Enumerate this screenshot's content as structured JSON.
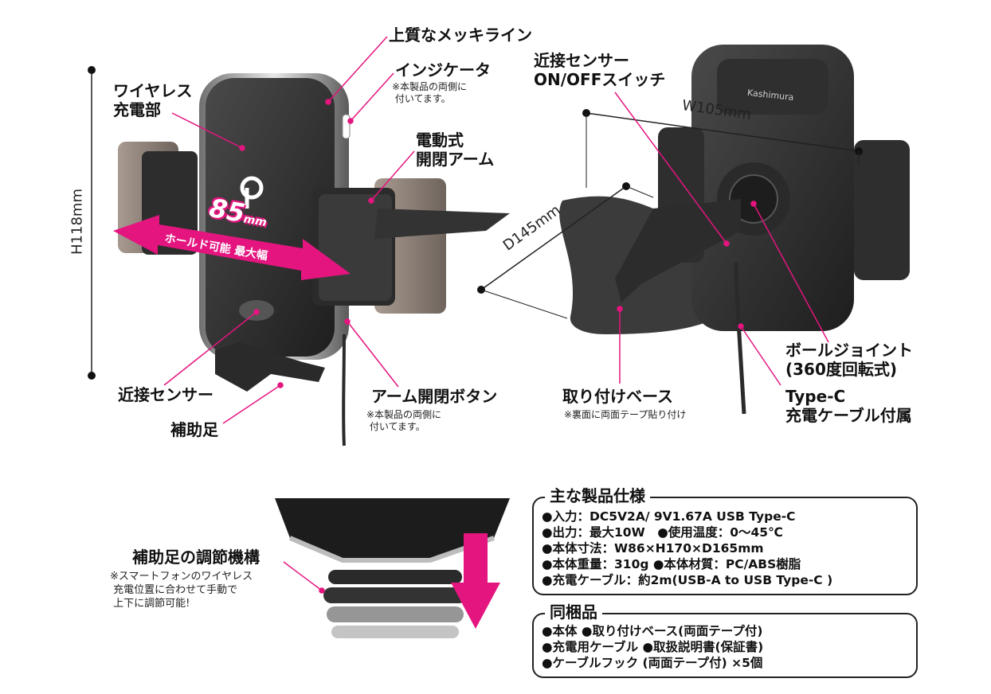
{
  "colors": {
    "accent": "#e4157f",
    "device": "#2a2a2a",
    "chrome": "#b9b9b9",
    "arm": "#8a7f76"
  },
  "labels": {
    "wireless_charger": "ワイヤレス\n充電部",
    "plating_line": "上質なメッキライン",
    "indicator": "インジケータ",
    "indicator_note": "※本製品の両側に\n 付いてます。",
    "electric_arm": "電動式\n開閉アーム",
    "proximity_switch": "近接センサー\nON/OFFスイッチ",
    "proximity_sensor": "近接センサー",
    "aux_foot": "補助足",
    "arm_button": "アーム開閉ボタン",
    "arm_button_note": "※本製品の両側に\n 付いてます。",
    "mount_base": "取り付けベース",
    "mount_base_note": "※裏面に両面テープ貼り付け",
    "ball_joint": "ボールジョイント\n(360度回転式)",
    "type_c": "Type-C\n充電ケーブル付属",
    "foot_adjust": "補助足の調節機構",
    "foot_adjust_note": "※スマートフォンのワイヤレス\n 充電位置に合わせて手動で\n 上下に調節可能!"
  },
  "dimensions": {
    "height": "H118mm",
    "width": "W105mm",
    "depth": "D145mm",
    "hold_value": "85",
    "hold_unit": "mm",
    "hold_text": "ホールド可能 最大幅"
  },
  "brand": "Kashimura",
  "specs": {
    "title": "主な製品仕様",
    "lines": [
      "●入力：DC5V2A/ 9V1.67A USB Type-C",
      "●出力：最大10W　●使用温度：0〜45℃",
      "●本体寸法：W86×H170×D165mm",
      "●本体重量：310g ●本体材質：PC/ABS樹脂",
      "●充電ケーブル：約2m(USB-A to USB Type-C )"
    ]
  },
  "included": {
    "title": "同梱品",
    "lines": [
      "●本体 ●取り付けベース(両面テープ付)",
      "●充電用ケーブル ●取扱説明書(保証書)",
      "●ケーブルフック (両面テープ付) ×5個"
    ]
  }
}
